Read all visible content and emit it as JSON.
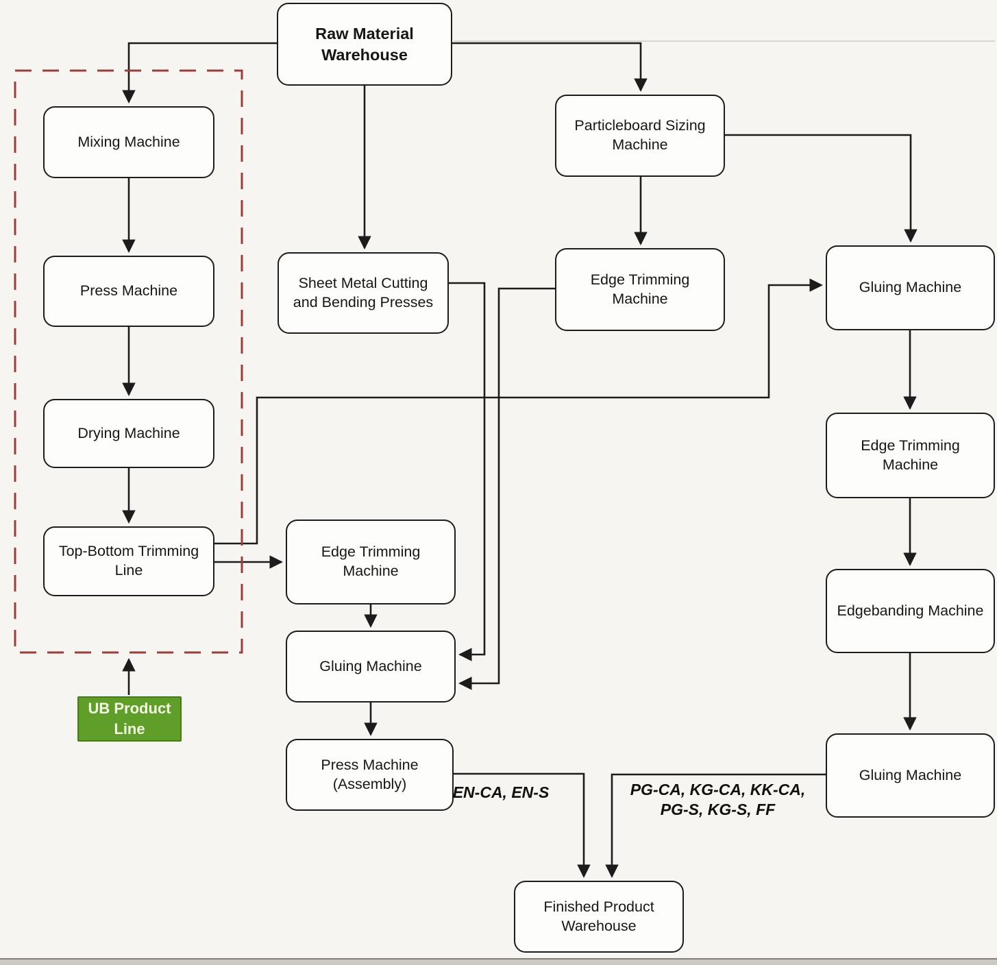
{
  "colors": {
    "line": "#1c1c1c",
    "box_fill": "#fdfdfc",
    "box_border": "#1c1c1c",
    "dashed_region_border": "#9e3c38",
    "green_fill": "#5f9e28",
    "green_border": "#457c15",
    "green_text": "#f3f8e4",
    "background": "#f6f5f2"
  },
  "nodes": [
    {
      "id": "raw-material-warehouse",
      "label": "Raw Material Warehouse",
      "bold": true
    },
    {
      "id": "mixing-machine",
      "label": "Mixing Machine"
    },
    {
      "id": "press-machine",
      "label": "Press Machine"
    },
    {
      "id": "drying-machine",
      "label": "Drying Machine"
    },
    {
      "id": "top-bottom-trimming-line",
      "label": "Top-Bottom Trimming Line"
    },
    {
      "id": "sheet-metal-cutting",
      "label": "Sheet Metal Cutting and Bending Presses"
    },
    {
      "id": "particleboard-sizing",
      "label": "Particleboard Sizing Machine"
    },
    {
      "id": "edge-trimming-top",
      "label": "Edge Trimming Machine"
    },
    {
      "id": "gluing-top-right",
      "label": "Gluing Machine"
    },
    {
      "id": "edge-trimming-right",
      "label": "Edge Trimming Machine"
    },
    {
      "id": "edgebanding-machine",
      "label": "Edgebanding Machine"
    },
    {
      "id": "gluing-bottom-right",
      "label": "Gluing Machine"
    },
    {
      "id": "edge-trimming-middle",
      "label": "Edge Trimming Machine"
    },
    {
      "id": "gluing-middle",
      "label": "Gluing Machine"
    },
    {
      "id": "press-machine-assembly",
      "label": "Press Machine (Assembly)"
    },
    {
      "id": "finished-product-warehouse",
      "label": "Finished Product Warehouse"
    }
  ],
  "region_label": {
    "ub_product_line": "UB Product Line"
  },
  "flow_labels": {
    "en": "EN-CA, EN-S",
    "pg_line1": "PG-CA, KG-CA, KK-CA,",
    "pg_line2": "PG-S, KG-S, FF"
  }
}
